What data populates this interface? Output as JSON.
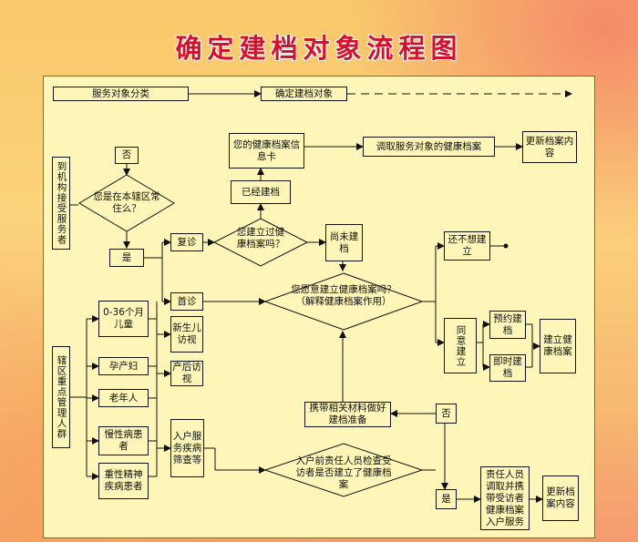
{
  "title": "确定建档对象流程图",
  "header": {
    "left": "服务对象分类",
    "right": "确定建档对象"
  },
  "nodes": {
    "arrive": "到机构接受服务者",
    "no_top": "否",
    "resident_q": "您是在本辖区常住么？",
    "yes_left": "是",
    "revisit": "复诊",
    "first_visit": "首诊",
    "built_q": "您建立过健康档案吗？",
    "already": "已经建档",
    "card": "您的健康档案信息卡",
    "retrieve": "调取服务对象的健康档案",
    "update1": "更新档案内容",
    "not_yet": "尚未建档",
    "willing_q": "您愿意建立健康档案吗？（解释健康档案作用）",
    "not_want": "还不想建立",
    "agree": "同意建立",
    "appoint": "预约建档",
    "instant": "即时建档",
    "establish": "建立健康档案",
    "group_label": "辖区重点管理人群",
    "child": "0-36个月儿童",
    "maternal": "孕产妇",
    "elderly": "老年人",
    "chronic": "慢性病患者",
    "mental": "重性精神疾病患者",
    "newborn": "新生儿访视",
    "postpartum": "产后访视",
    "home": "入户服务疾病筛查等",
    "bring": "携带相关材料做好建档准备",
    "no_right": "否",
    "check_q": "入户前责任人员检查受访者是否建立了健康档案",
    "yes_right": "是",
    "staff": "责任人员调取并携带受访者健康档案入户服务",
    "update2": "更新档案内容"
  },
  "colors": {
    "title": "#d4102a",
    "panel": "#fdf6b8",
    "line": "#111111"
  }
}
